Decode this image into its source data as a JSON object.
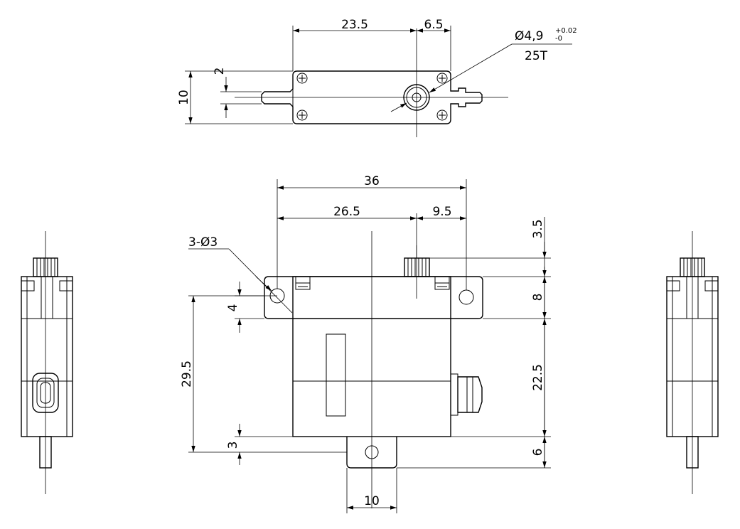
{
  "top_view": {
    "dim_23_5": "23.5",
    "dim_6_5": "6.5",
    "dim_2": "2",
    "dim_10": "10",
    "spline_dia": "Ø4,9",
    "spline_tol_upper": "+0.02",
    "spline_tol_lower": "-0",
    "spline_teeth": "25T"
  },
  "front_view": {
    "dim_36": "36",
    "dim_26_5": "26.5",
    "dim_9_5": "9.5",
    "holes": "3-Ø3",
    "dim_4": "4",
    "dim_29_5": "29.5",
    "dim_3": "3",
    "dim_10": "10",
    "dim_3_5": "3.5",
    "dim_8": "8",
    "dim_22_5": "22.5",
    "dim_6": "6"
  }
}
